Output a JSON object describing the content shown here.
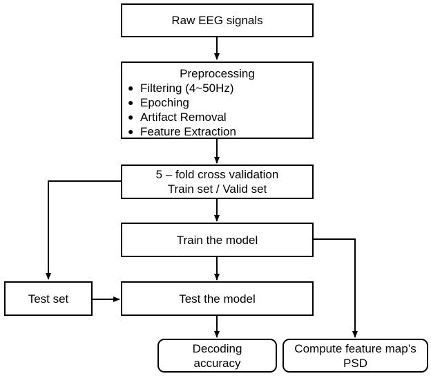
{
  "nodes": {
    "raw": {
      "label": "Raw EEG signals"
    },
    "preprocessing": {
      "title": "Preprocessing",
      "steps": [
        "Filtering (4~50Hz)",
        "Epoching",
        "Artifact Removal",
        "Feature Extraction"
      ]
    },
    "cv": {
      "line1": "5 – fold cross validation",
      "line2": "Train set / Valid set"
    },
    "train": {
      "label": "Train the model"
    },
    "testset": {
      "label": "Test set"
    },
    "test": {
      "label": "Test the model"
    },
    "decoding": {
      "line1": "Decoding",
      "line2": "accuracy"
    },
    "psd": {
      "line1": "Compute feature map’s",
      "line2": "PSD"
    }
  },
  "colors": {
    "stroke": "#000000",
    "fill": "#ffffff"
  }
}
